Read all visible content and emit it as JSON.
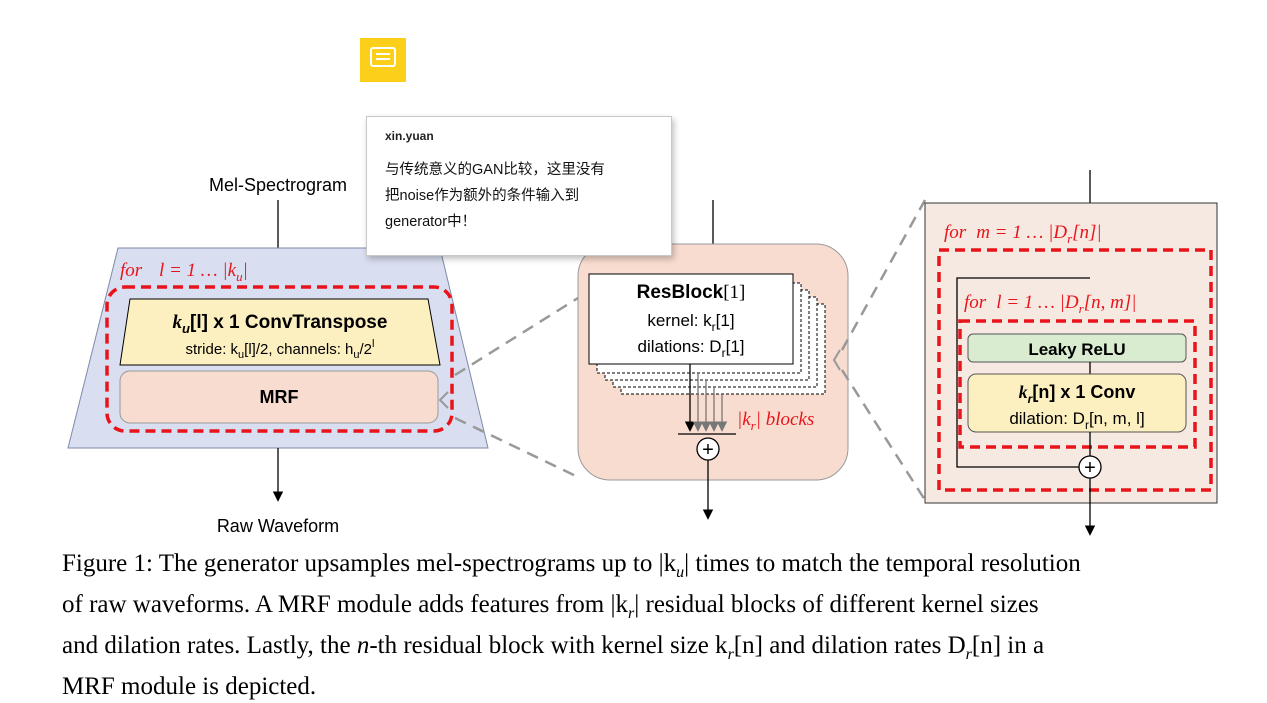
{
  "comment": {
    "author": "xin.yuan",
    "body_lines": [
      "与传统意义的GAN比较，这里没有",
      "把noise作为额外的条件输入到",
      "generator中！"
    ]
  },
  "left_panel": {
    "input_label": "Mel-Spectrogram",
    "output_label": "Raw Waveform",
    "loop_for": "for",
    "loop_var": "l = 1 … |k",
    "loop_sub": "u",
    "convT_title_a": "k",
    "convT_title_sub": "u",
    "convT_title_b": "[l] x 1  ConvTranspose",
    "convT_stride": "stride: k",
    "convT_stride_sub": "u",
    "convT_stride_b": "[l]/2, channels: h",
    "convT_ch_sub": "u",
    "convT_ch_b": "/2",
    "convT_ch_sup": "l",
    "mrf_label": "MRF"
  },
  "mid_panel": {
    "res_title_a": "ResBlock",
    "res_title_b": "[1]",
    "kernel_a": "kernel: k",
    "kernel_sub": "r",
    "kernel_b": "[1]",
    "dil_a": "dilations: D",
    "dil_sub": "r",
    "dil_b": "[1]",
    "blocks_a": "|k",
    "blocks_sub": "r",
    "blocks_b": "| blocks",
    "plus": "+"
  },
  "right_panel": {
    "outer_for": "for",
    "outer_var": "m = 1 … |D",
    "outer_sub": "r",
    "outer_b": "[n]|",
    "inner_for": "for",
    "inner_var": "l = 1 … |D",
    "inner_sub": "r",
    "inner_b": "[n, m]|",
    "relu_label": "Leaky ReLU",
    "conv_a": "k",
    "conv_sub": "r",
    "conv_b": "[n] x 1  Conv",
    "conv_dil_a": "dilation: D",
    "conv_dil_sub": "r",
    "conv_dil_b": "[n, m, l]",
    "plus": "+"
  },
  "caption_lines": [
    "Figure 1: The generator upsamples mel-spectrograms up to |k",
    "u",
    "| times to match the temporal resolution",
    "of raw waveforms. A MRF module adds features from |k",
    "r",
    "| residual blocks of different kernel sizes",
    "and dilation rates. Lastly, the ",
    "n",
    "-th residual block with kernel size k",
    "r",
    "[n] and dilation rates D",
    "r",
    "[n] in a",
    "MRF module is depicted."
  ],
  "colors": {
    "red": "#e8141a",
    "blue_panel": "#d9def0",
    "peach": "#f8dcd0",
    "yellow": "#fcd01a"
  }
}
